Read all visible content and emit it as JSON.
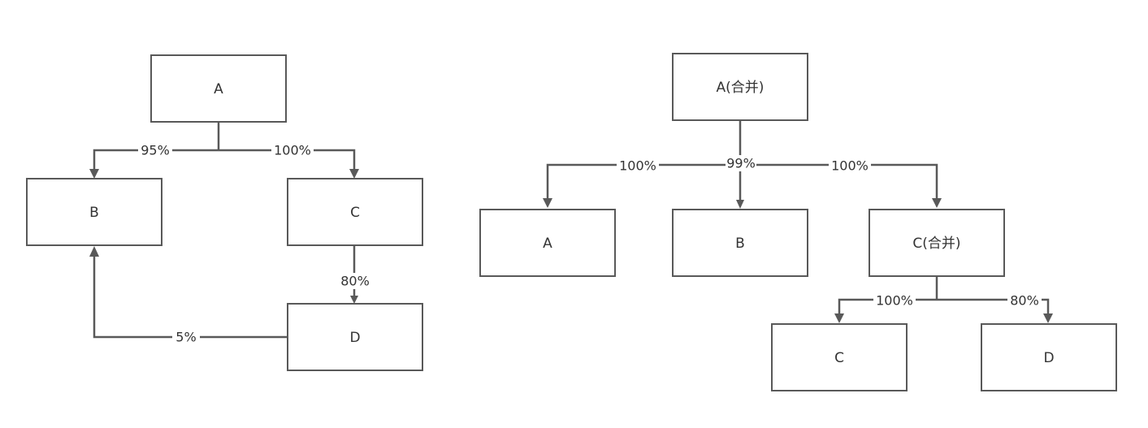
{
  "left_diagram": {
    "nodes": {
      "A": "A",
      "B": "B",
      "C": "C",
      "D": "D"
    },
    "edges": {
      "A_to_B": "95%",
      "A_to_C": "100%",
      "C_to_D": "80%",
      "D_to_B": "5%"
    }
  },
  "right_diagram": {
    "nodes": {
      "A_merged": "A(合并)",
      "A": "A",
      "B": "B",
      "C_merged": "C(合并)",
      "C": "C",
      "D": "D"
    },
    "edges": {
      "Am_to_A": "100%",
      "Am_to_B": "99%",
      "Am_to_Cm": "100%",
      "Cm_to_C": "100%",
      "Cm_to_D": "80%"
    }
  },
  "colors": {
    "stroke": "#595959",
    "text": "#333333",
    "background": "#ffffff"
  }
}
